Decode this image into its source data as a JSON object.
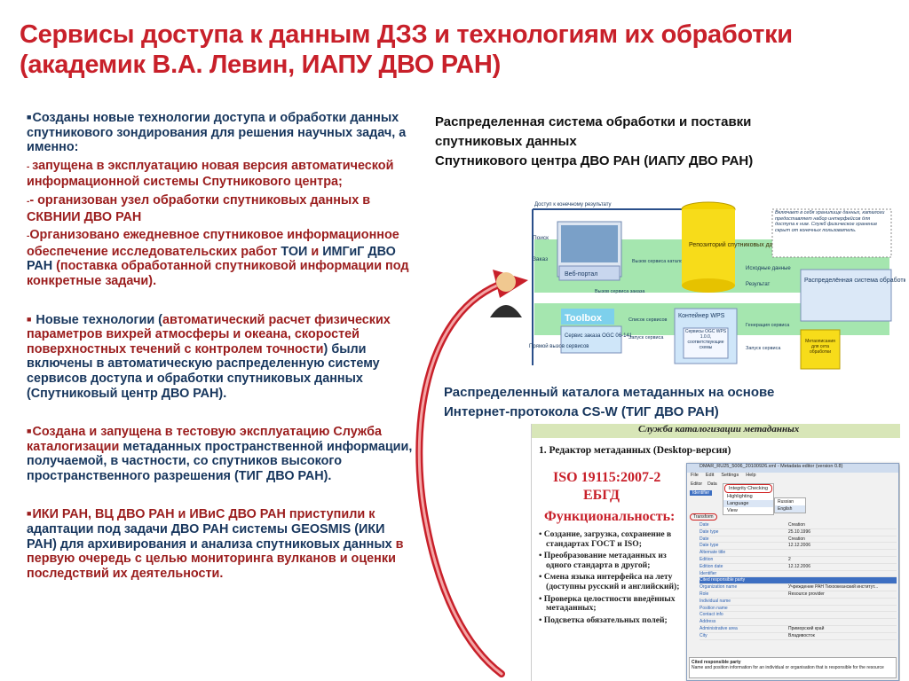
{
  "title": "Сервисы доступа к данным ДЗЗ и технологиям их обработки (академик В.А. Левин,  ИАПУ ДВО РАН)",
  "left": {
    "p1_lead": "Созданы новые технологии  доступа и обработки данных спутникового зондирования для решения научных задач, а именно:",
    "p1_dash1": "- ",
    "p1_item1": "запущена в эксплуатацию новая версия автоматической информационной системы Спутникового центра;",
    "p1_dash2": "-",
    "p1_item2": "- организован узел обработки спутниковых данных в СКВНИИ ДВО РАН",
    "p1_dash3": "-",
    "p1_item3a": "Организовано ежедневное спутниковое информационное обеспечение исследовательских работ ",
    "p1_item3b": "ТОИ",
    "p1_item3c": " и ",
    "p1_item3d": "ИМГиГ ДВО РАН",
    "p1_item3e": " (поставка обработанной спутниковой информации под конкретные задачи).",
    "p2a": " Новые технологии (",
    "p2b": "автоматический расчет физических параметров вихрей атмосферы и океана,  скоростей поверхностных течений с контролем точности",
    "p2c": ") были включены в автоматическую распределенную систему сервисов доступа и обработки спутниковых данных (Спутниковый центр ДВО РАН).",
    "p3a": "Создана и запущена в тестовую эксплуатацию Служба каталогизации ",
    "p3b": "метаданных пространственной информации, получаемой, в частности, со спутников высокого пространственного разрешения",
    "p3c": " (ТИГ ДВО РАН).",
    "p4a": "ИКИ РАН, ВЦ ДВО РАН и ИВиС ДВО РАН приступили к ",
    "p4b": "адаптации под задачи ДВО РАН системы GEOSMIS (ИКИ РАН) для архивирования и анализа спутниковых данных",
    "p4c": " в первую очередь с целью мониторинга вулканов и оценки последствий их деятельности."
  },
  "right": {
    "heading1_l1": "Распределенная система обработки  и поставки",
    "heading1_l2": "спутниковых данных",
    "heading1_l3": "Спутникового центра ДВО РАН (ИАПУ ДВО РАН)",
    "heading2_l1": "Распределенный каталога метаданных на основе",
    "heading2_l2": "Интернет-протокола  CS-W      (ТИГ ДВО РАН)"
  },
  "diagram": {
    "top_arrow": "Доступ к конечному результату",
    "search": "Поиск",
    "order": "Заказ",
    "portal": "Веб-портал",
    "catalog_call": "Вызов сервиса каталога",
    "repo": "Репозиторий спутниковых данных",
    "source": "Исходные данные",
    "result": "Результат",
    "note": "Включает в себя хранилище данных, каталоги предоставляет набор интерфейсов для доступа к ним. Служб физическое хранение скрыт от конечных пользователь.",
    "distributed": "Распределённая система обработки данных",
    "order_call": "Вызов сервиса заказа",
    "toolbox": "Toolbox",
    "ogc": "Сервис заказа OGC 06-141",
    "list": "Список сервисов",
    "launch": "Запуск сервиса",
    "wps": "Контейнер WPS",
    "services": "Сервисы OGC WPS 1.0.0, соответствующие схемы",
    "gen": "Генерация сервиса",
    "launch2": "Запуск сервиса",
    "descr": "Метаописания для сета обработки",
    "direct": "Прямой вызов сервисов"
  },
  "meta": {
    "header": "Служба каталогизации метаданных",
    "editor": "1.   Редактор метаданных (Desktop-версия)",
    "iso": "ISO 19115:2007-2",
    "egbd": "ЕБГД",
    "func": "Функциональность:",
    "bullets": [
      "Создание, загрузка, сохранение в стандартах ГОСТ и ISO;",
      "Преобразование метаданных из одного стандарта в другой;",
      "Смена языка интерфейса на лету (доступны русский и английский);",
      "Проверка целостности введённых метаданных;",
      "Подсветка обязательных полей;"
    ],
    "win_title": "DMAR_RU25_5006_20100926.xml - Metadata editor (version 0.8)",
    "menu": [
      "File",
      "Edit",
      "Settings",
      "Help"
    ],
    "tabs": [
      "Editor",
      "Data"
    ],
    "menu_items": [
      "Integrity Checking",
      "Highlighting",
      "Language",
      "View"
    ],
    "langs": [
      "Russian",
      "English"
    ],
    "tree_label": "Identifier",
    "transform": "Transform",
    "rows": [
      [
        "Date",
        "Creation"
      ],
      [
        "Date type",
        "25.10.1996"
      ],
      [
        "Date",
        "Creation"
      ],
      [
        "Date type",
        "12.12.2006"
      ],
      [
        "Alternate title",
        ""
      ],
      [
        "Edition",
        "2"
      ],
      [
        "Edition date",
        "12.12.2006"
      ],
      [
        "Identifier",
        ""
      ],
      [
        "Cited responsible party",
        ""
      ],
      [
        "Organization name",
        "Учреждение РАН Тихоокеанский институт..."
      ],
      [
        "Role",
        "Resource provider"
      ],
      [
        "Individual name",
        ""
      ],
      [
        "Position name",
        ""
      ],
      [
        "Contact info",
        ""
      ],
      [
        "Address",
        ""
      ],
      [
        "Administrative area",
        "Приморский край"
      ],
      [
        "City",
        "Владивосток"
      ]
    ],
    "footer_title": "Cited responsible party",
    "footer_text": "Name and position information for an individual or organisation that is responsible for the resource"
  }
}
